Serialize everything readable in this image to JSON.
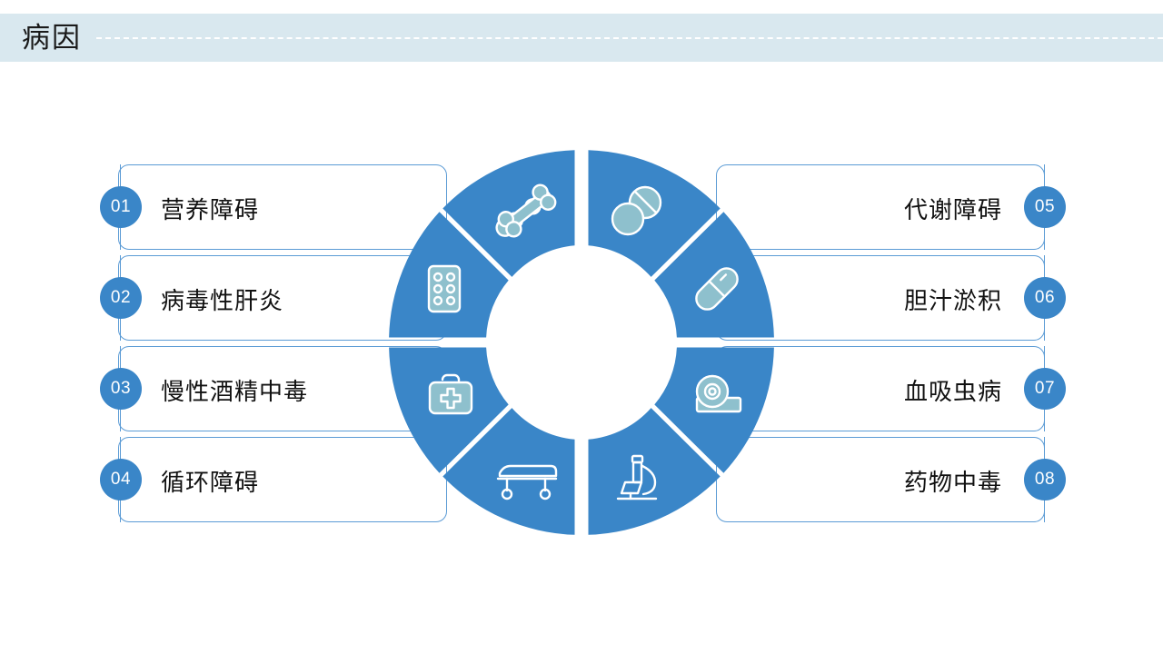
{
  "header": {
    "title": "病因",
    "band_color": "#d9e8ef",
    "dash_color": "#ffffff"
  },
  "theme": {
    "accent": "#3a86c8",
    "box_border": "#5b9bd5",
    "icon_fill": "#8ec0cd",
    "text": "#111111"
  },
  "items": [
    {
      "number": "01",
      "label": "营养障碍",
      "side": "left",
      "icon": "bone-icon"
    },
    {
      "number": "02",
      "label": "病毒性肝炎",
      "side": "left",
      "icon": "pill-blister-pack-icon"
    },
    {
      "number": "03",
      "label": "慢性酒精中毒",
      "side": "left",
      "icon": "medical-bag-icon"
    },
    {
      "number": "04",
      "label": "循环障碍",
      "side": "left",
      "icon": "stretcher-icon"
    },
    {
      "number": "05",
      "label": "代谢障碍",
      "side": "right",
      "icon": "tablets-icon"
    },
    {
      "number": "06",
      "label": "胆汁淤积",
      "side": "right",
      "icon": "capsule-icon"
    },
    {
      "number": "07",
      "label": "血吸虫病",
      "side": "right",
      "icon": "medical-scanner-icon"
    },
    {
      "number": "08",
      "label": "药物中毒",
      "side": "right",
      "icon": "microscope-icon"
    }
  ],
  "donut": {
    "segment_count": 8,
    "segment_color": "#3a86c8",
    "center_color": "#ffffff"
  }
}
